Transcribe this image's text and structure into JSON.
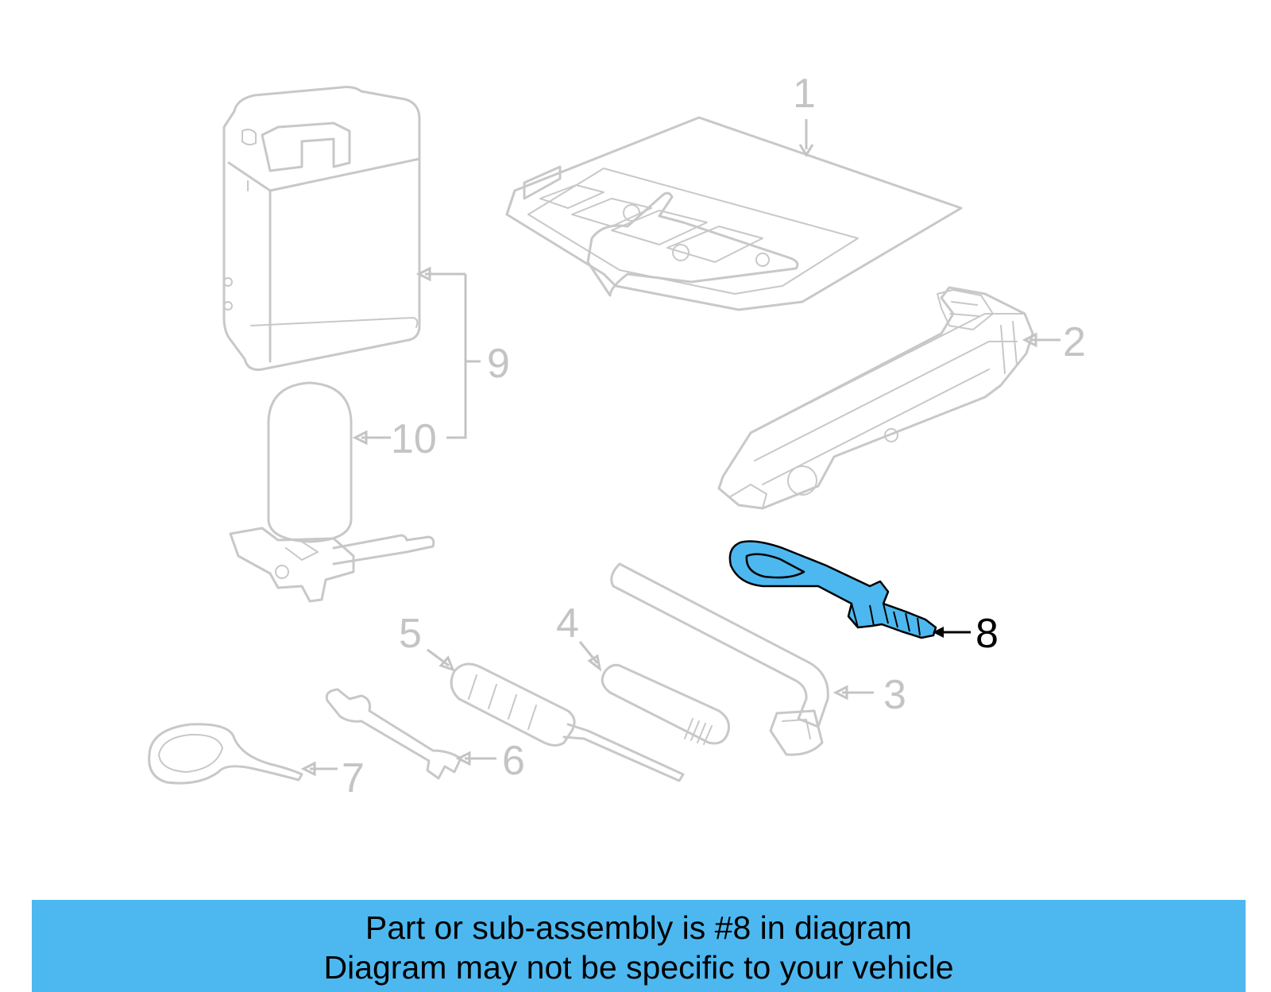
{
  "diagram": {
    "callouts": [
      {
        "id": "1",
        "label": "1",
        "highlighted": false
      },
      {
        "id": "2",
        "label": "2",
        "highlighted": false
      },
      {
        "id": "3",
        "label": "3",
        "highlighted": false
      },
      {
        "id": "4",
        "label": "4",
        "highlighted": false
      },
      {
        "id": "5",
        "label": "5",
        "highlighted": false
      },
      {
        "id": "6",
        "label": "6",
        "highlighted": false
      },
      {
        "id": "7",
        "label": "7",
        "highlighted": false
      },
      {
        "id": "8",
        "label": "8",
        "highlighted": true
      },
      {
        "id": "9",
        "label": "9",
        "highlighted": false
      },
      {
        "id": "10",
        "label": "10",
        "highlighted": false
      }
    ],
    "highlight_color": "#4db8f0",
    "ghost_color": "#c8c8c8"
  },
  "banner": {
    "line1": "Part or sub-assembly is #8 in diagram",
    "line2": "Diagram may not be specific to your vehicle",
    "background": "#4db8f0"
  }
}
